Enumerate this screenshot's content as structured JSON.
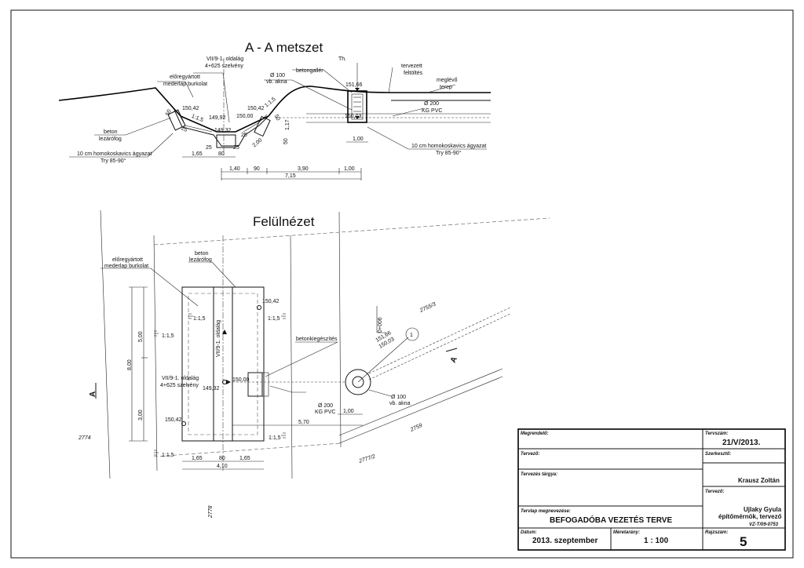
{
  "section": {
    "title": "A - A metszet",
    "labels": {
      "station": "VII/9-1. oldalág",
      "station2": "4+625 szelvény",
      "prefab": "előregyártott",
      "prefab2": "mederlap burkolat",
      "concrete_curb": "betongallér",
      "pipe_d100": "Ø 100",
      "pipe_d100b": "vb. akna",
      "th": "Th.",
      "planned_fill": "tervezett",
      "planned_fill2": "feltöltés",
      "existing": "meglévő",
      "existing2": "terep",
      "pipe_d200": "Ø 200",
      "pipe_d200b": "KG PVC",
      "concrete_block": "beton",
      "concrete_block2": "lezárófog",
      "gravel_left": "10 cm homokoskavics ágyazat",
      "gravel_left2": "Try 85-90°",
      "gravel_right": "10 cm homokoskavics ágyazat",
      "gravel_right2": "Try 85-90°"
    },
    "levels": {
      "l1": "150,42",
      "l2": "149,92",
      "l3": "149,32",
      "l4": "150,42",
      "l5": "150,00",
      "l6": "151,66",
      "l7": "150,03"
    },
    "slopes": {
      "s1": "1:1,5",
      "s2": "1:1,5"
    },
    "dims": {
      "d50a": "50",
      "d50b": "50",
      "d25a": "25",
      "d25b": "25",
      "d25c": "25",
      "d25d": "25",
      "d200": "2,00",
      "d165": "1,65",
      "d80": "80",
      "d100a": "1,00",
      "d117": "1,17",
      "d140": "1,40",
      "d90": "90",
      "d390": "3,90",
      "d100b": "1,00",
      "d715": "7,15"
    }
  },
  "plan": {
    "title": "Felülnézet",
    "labels": {
      "prefab": "előregyártott",
      "prefab2": "mederlap burkolat",
      "concrete": "beton",
      "concrete2": "lezárófog",
      "station_axis": "VII/9-1. oldalág",
      "station": "VII/9-1. oldalág",
      "station2": "4+625 szelvény",
      "concrete_fill": "betonkiegészítés",
      "pipe_d200": "Ø 200",
      "pipe_d200b": "KG PVC",
      "pipe_d100": "Ø 100",
      "pipe_d100b": "vb. akna",
      "chainage": "0+006",
      "section_mark": "A",
      "section_mark2": "A",
      "node_num": "1"
    },
    "levels": {
      "l1": "150,42",
      "l2": "150,00",
      "l3": "149,32",
      "l4": "150,42",
      "l5": "151,66",
      "l6": "150,03"
    },
    "slopes": {
      "s1": "1:1,5",
      "s2": "1:1,5",
      "s3": "1:1,5",
      "s4": "1:1,5",
      "s5": "1:1,5"
    },
    "parcels": {
      "p1": "2755/3",
      "p2": "2759",
      "p3": "2777/2",
      "p4": "2774",
      "p5": "2778"
    },
    "dims": {
      "d800": "8,00",
      "d500": "5,00",
      "d300": "3,00",
      "d165a": "1,65",
      "d80": "80",
      "d165b": "1,65",
      "d410": "4,10",
      "d100": "1,00",
      "d570": "5,70"
    }
  },
  "titleblock": {
    "client_label": "Megrendelő:",
    "plan_no_label": "Tervszám:",
    "plan_no": "21/V/2013.",
    "designer_label": "Tervező:",
    "editor_label": "Szerkesztő:",
    "subject_label": "Tervezés tárgya:",
    "editor_name": "Krausz Zoltán",
    "designer2_label": "Tervező:",
    "sheet_name_label": "Tervlap megnevezése:",
    "sheet_name": "BEFOGADÓBA VEZETÉS TERVE",
    "designer_name": "Ujlaky Gyula",
    "designer_title": "építőmérnök, tervező",
    "designer_reg": "VZ-T/09-0753",
    "date_label": "Dátum:",
    "date": "2013. szeptember",
    "scale_label": "Méretarány:",
    "scale": "1 : 100",
    "drawing_no_label": "Rajzszám:",
    "drawing_no": "5"
  }
}
